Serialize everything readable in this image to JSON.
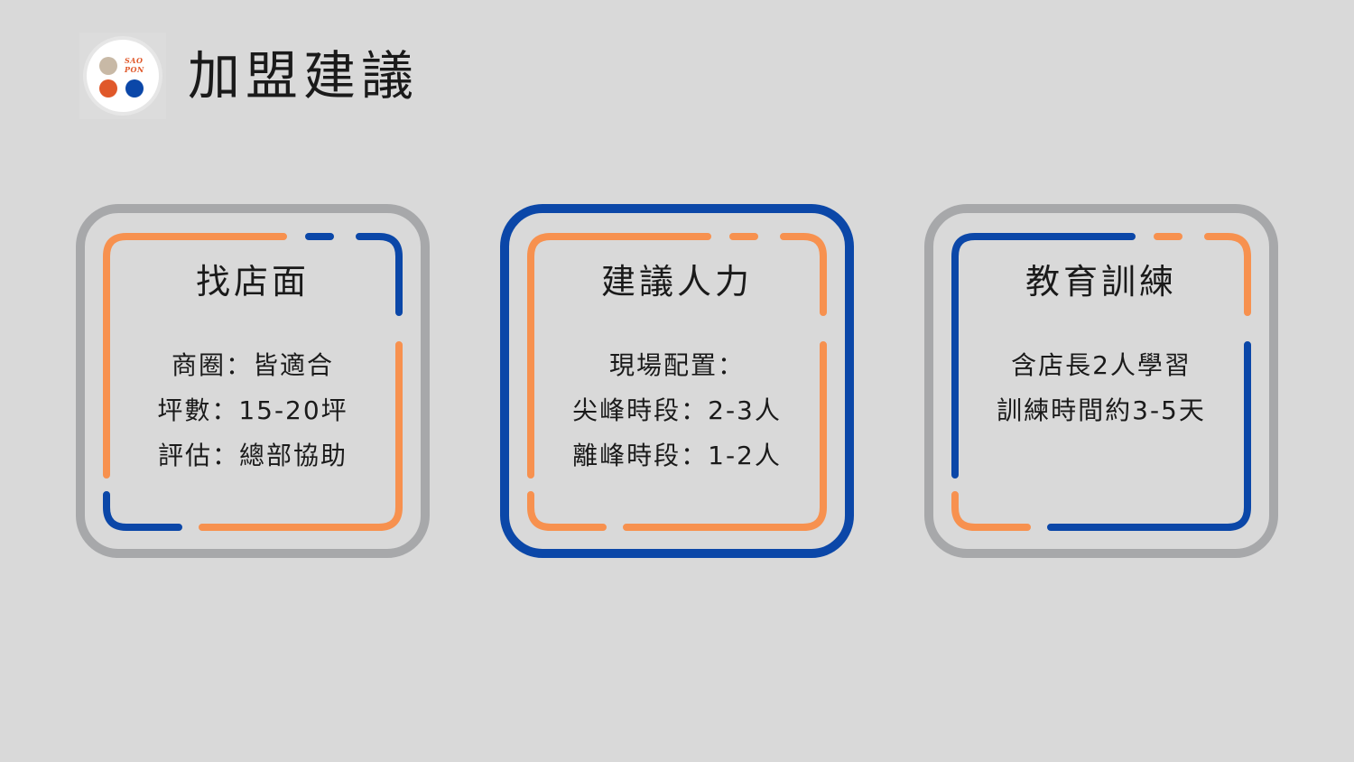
{
  "logo": {
    "line1": "SAO",
    "line2": "PON"
  },
  "page_title": "加盟建議",
  "cards": [
    {
      "title": "找店面",
      "lines": [
        "商圈：皆適合",
        "坪數：15-20坪",
        "評估：總部協助"
      ]
    },
    {
      "title": "建議人力",
      "lines": [
        "現場配置：",
        "尖峰時段：2-3人",
        "離峰時段：1-2人"
      ]
    },
    {
      "title": "教育訓練",
      "lines": [
        "含店長2人學習",
        "訓練時間約3-5天"
      ]
    }
  ],
  "colors": {
    "orange": "#f7914f",
    "blue": "#0b47a8",
    "gray": "#a7a8aa",
    "background": "#d9d9d9",
    "logo_orange": "#e0582a",
    "logo_beige": "#c8b9a6"
  }
}
